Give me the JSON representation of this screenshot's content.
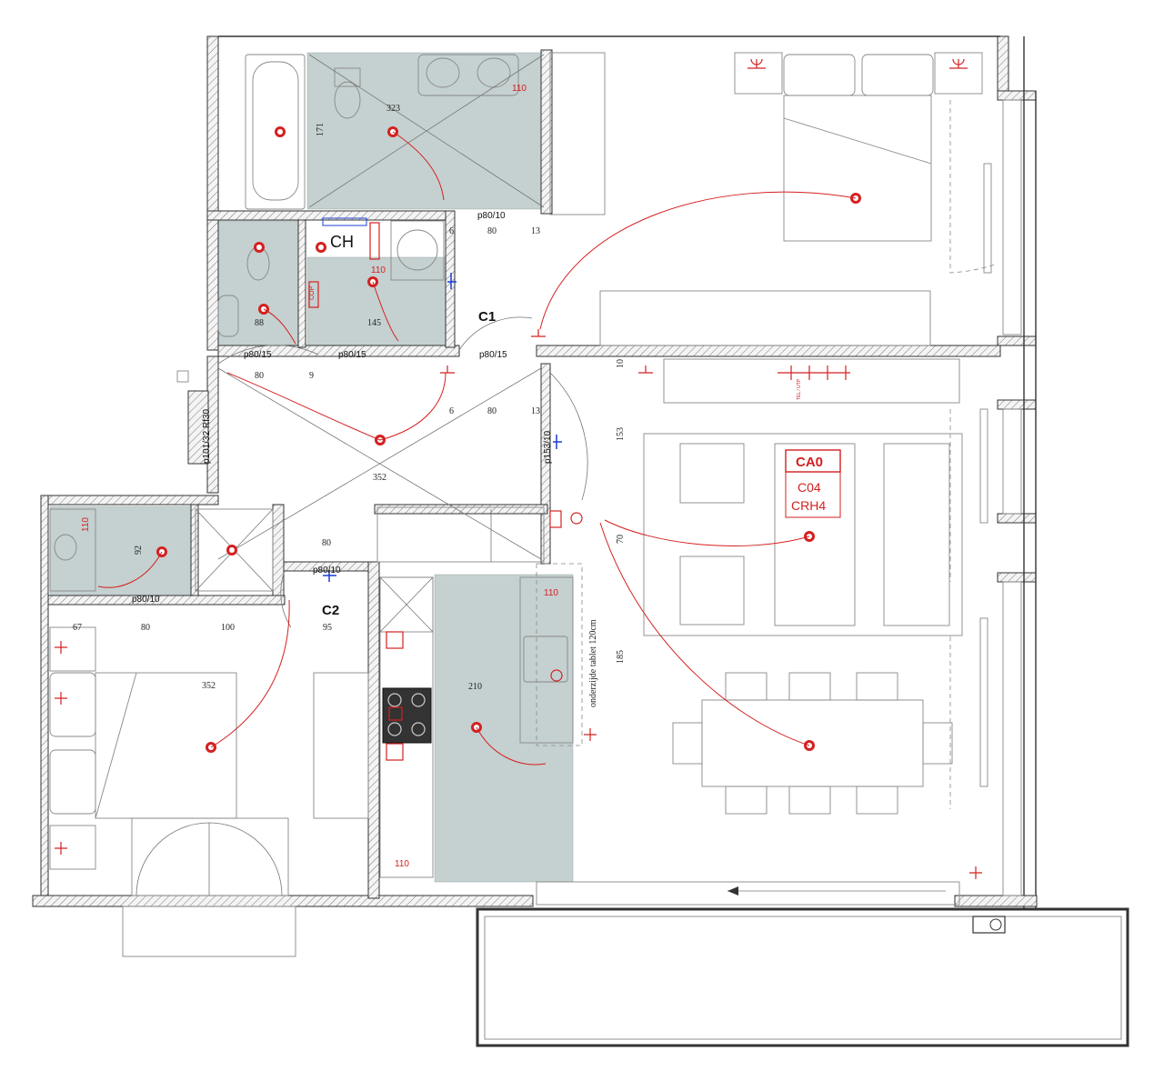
{
  "rooms": {
    "ch": "CH",
    "c1": "C1",
    "c2": "C2",
    "ca0": "CA0",
    "c04": "C04",
    "crh4": "CRH4"
  },
  "doors": {
    "p80_10_bath": "p80/10",
    "p80_15_wc": "p80/15",
    "p80_15_ch": "p80/15",
    "p80_15_c1": "p80/15",
    "p101_32_rf30": "p101/32 Rf30",
    "p153_10": "p153/10",
    "p80_10_shower": "p80/10",
    "p80_10_c2": "p80/10"
  },
  "dimensions": {
    "d323": "323",
    "d171": "171",
    "d88": "88",
    "d145": "145",
    "d6a": "6",
    "d80a": "80",
    "d13a": "13",
    "d80b": "80",
    "d9": "9",
    "d6b": "6",
    "d80c": "80",
    "d13b": "13",
    "d352a": "352",
    "d10": "10",
    "d153": "153",
    "d70": "70",
    "d185": "185",
    "d92": "92",
    "d80d": "80",
    "d67": "67",
    "d80e": "80",
    "d100": "100",
    "d95": "95",
    "d352b": "352",
    "d210": "210"
  },
  "annotations": {
    "tablet": "onderzijde tablet 120cm",
    "h110a": "110",
    "h110b": "110",
    "h110c": "110",
    "h110d": "110",
    "h110e": "110",
    "cop": "COP",
    "tel": "TEL / UTP"
  },
  "colors": {
    "accent": "#d42020",
    "tile": "#c5d0d0",
    "wall": "#333333",
    "electrical": "#1a3fd4"
  }
}
